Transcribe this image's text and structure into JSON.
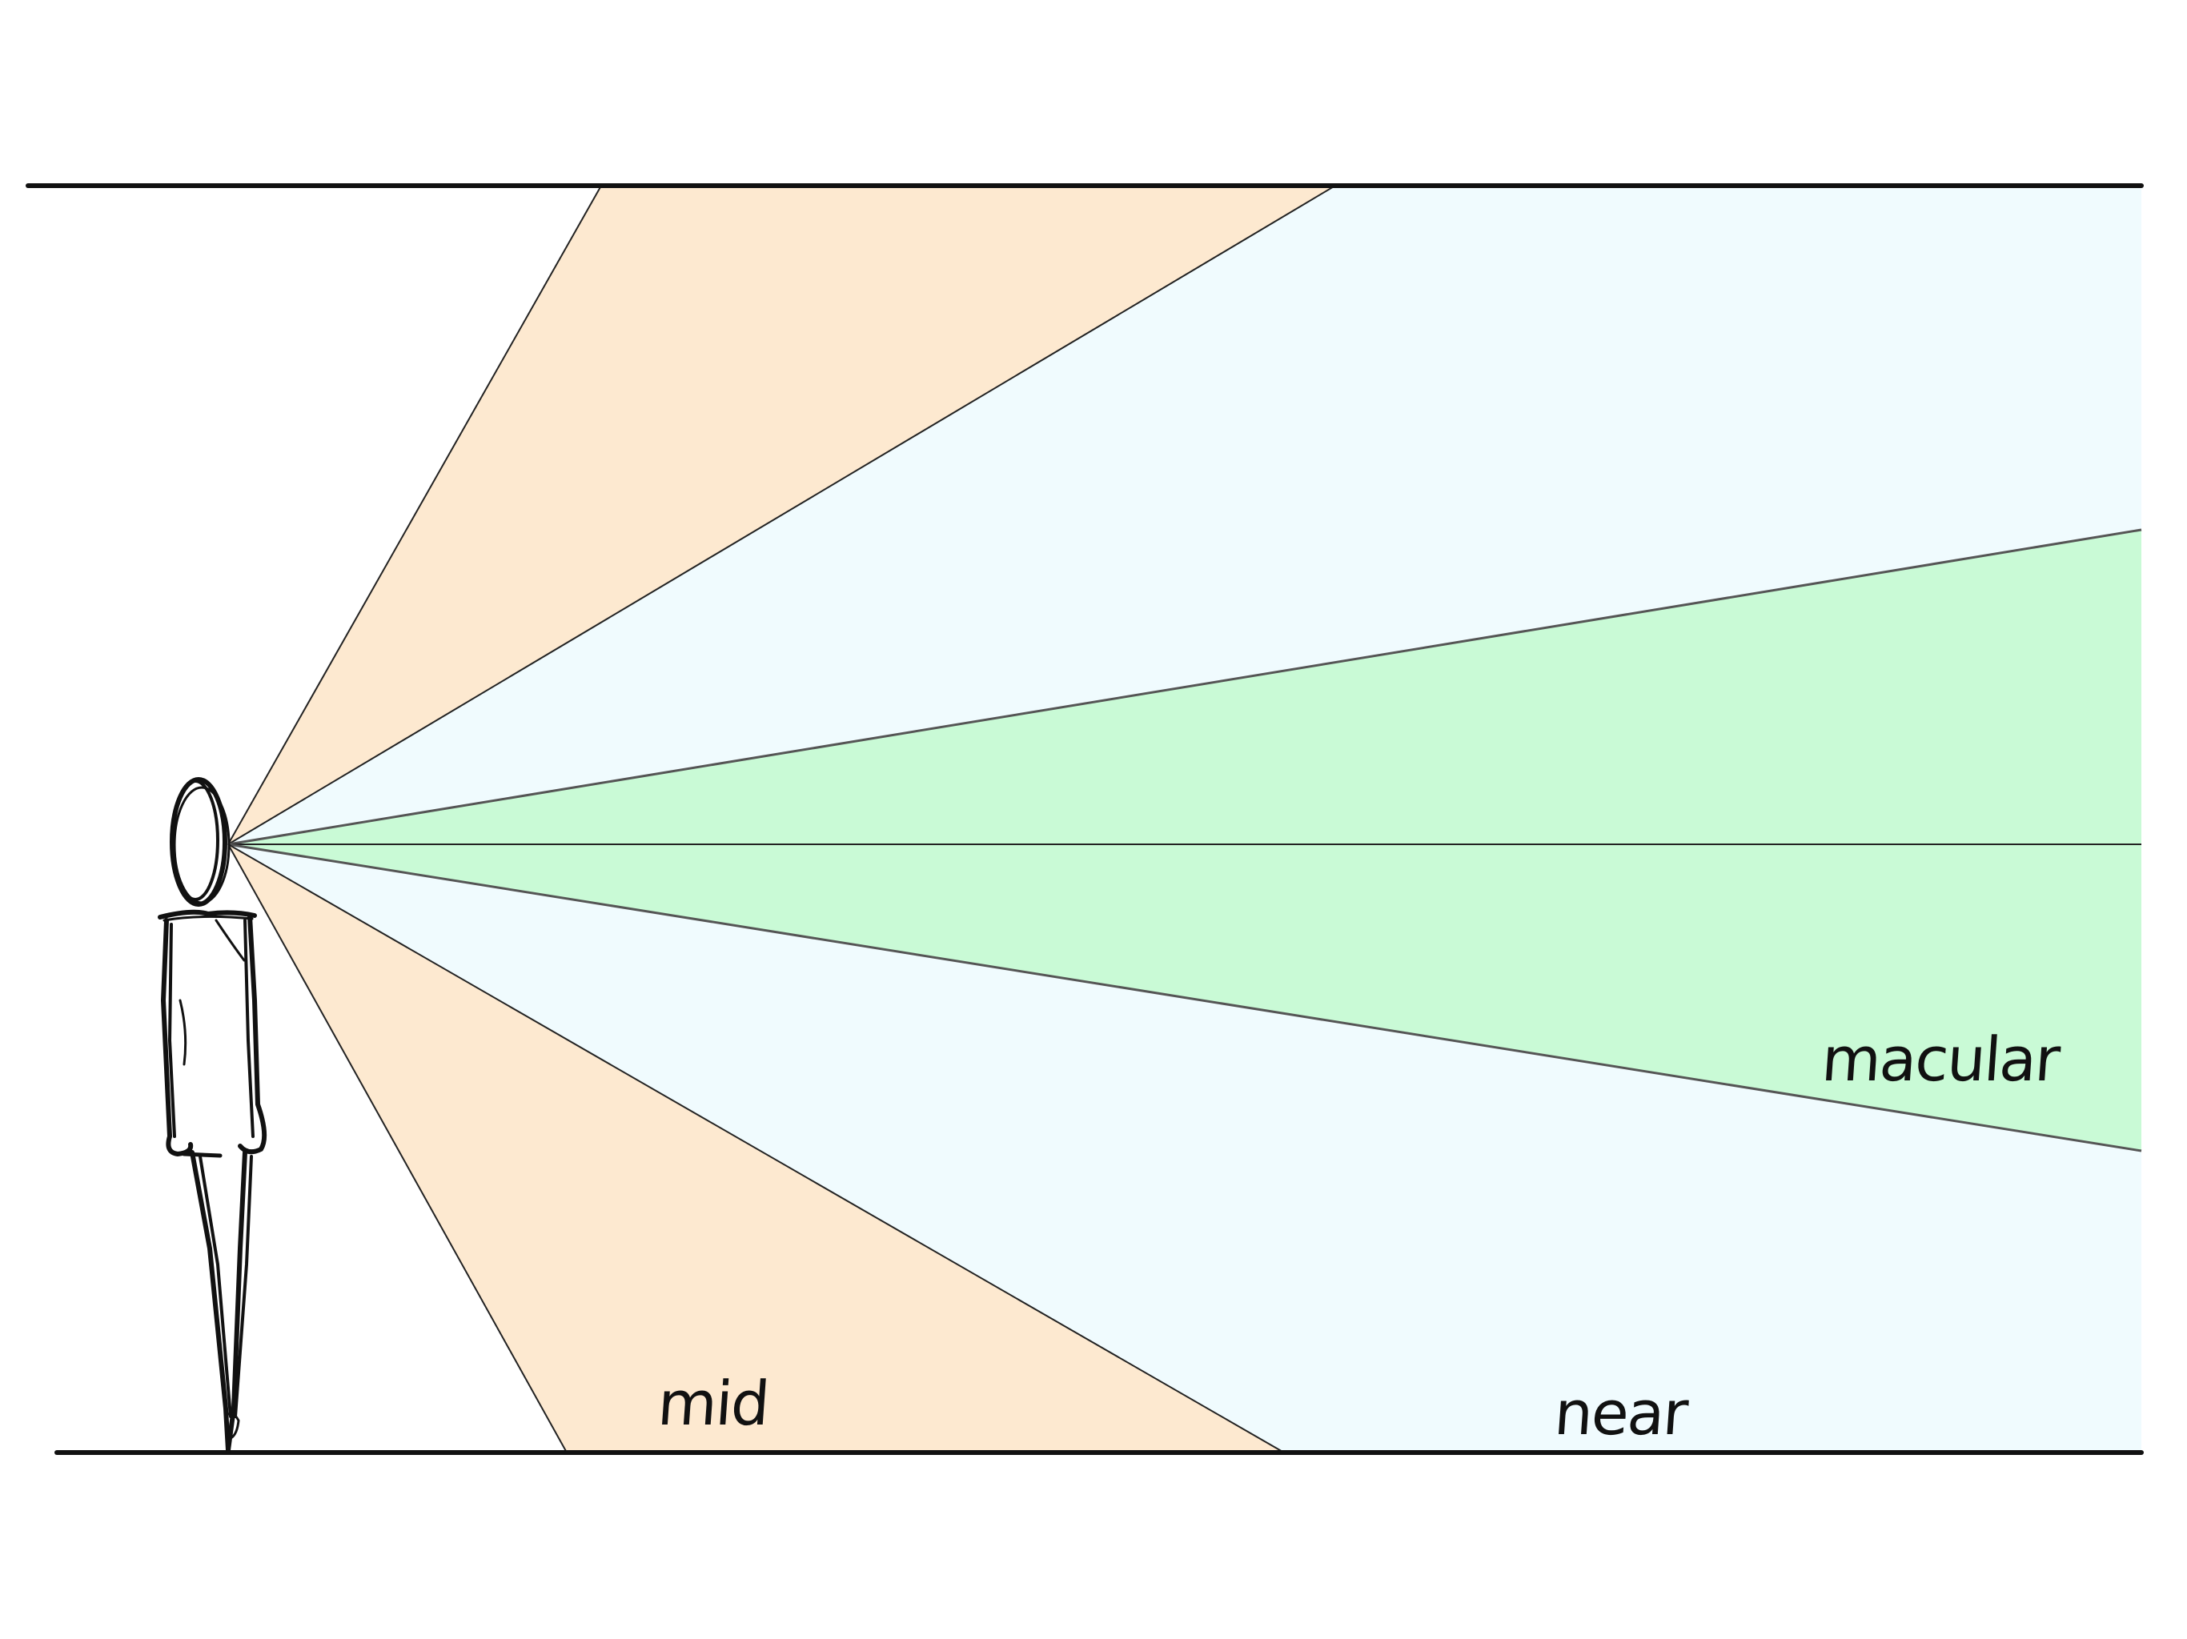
{
  "diagram": {
    "description": "Side-view sketch of a standing person with visual field cones projecting from the eye between ceiling and floor lines",
    "labels": {
      "mid": "mid",
      "near": "near",
      "macular": "macular"
    },
    "zones": [
      {
        "name": "mid",
        "color": "#FDE9D0"
      },
      {
        "name": "near",
        "color": "#F0FBFE"
      },
      {
        "name": "macular",
        "color": "#C9FAD6"
      }
    ],
    "colors": {
      "line": "#111111",
      "background": "#FFFFFF"
    },
    "icons": {
      "figure": "stick-figure-person"
    }
  }
}
